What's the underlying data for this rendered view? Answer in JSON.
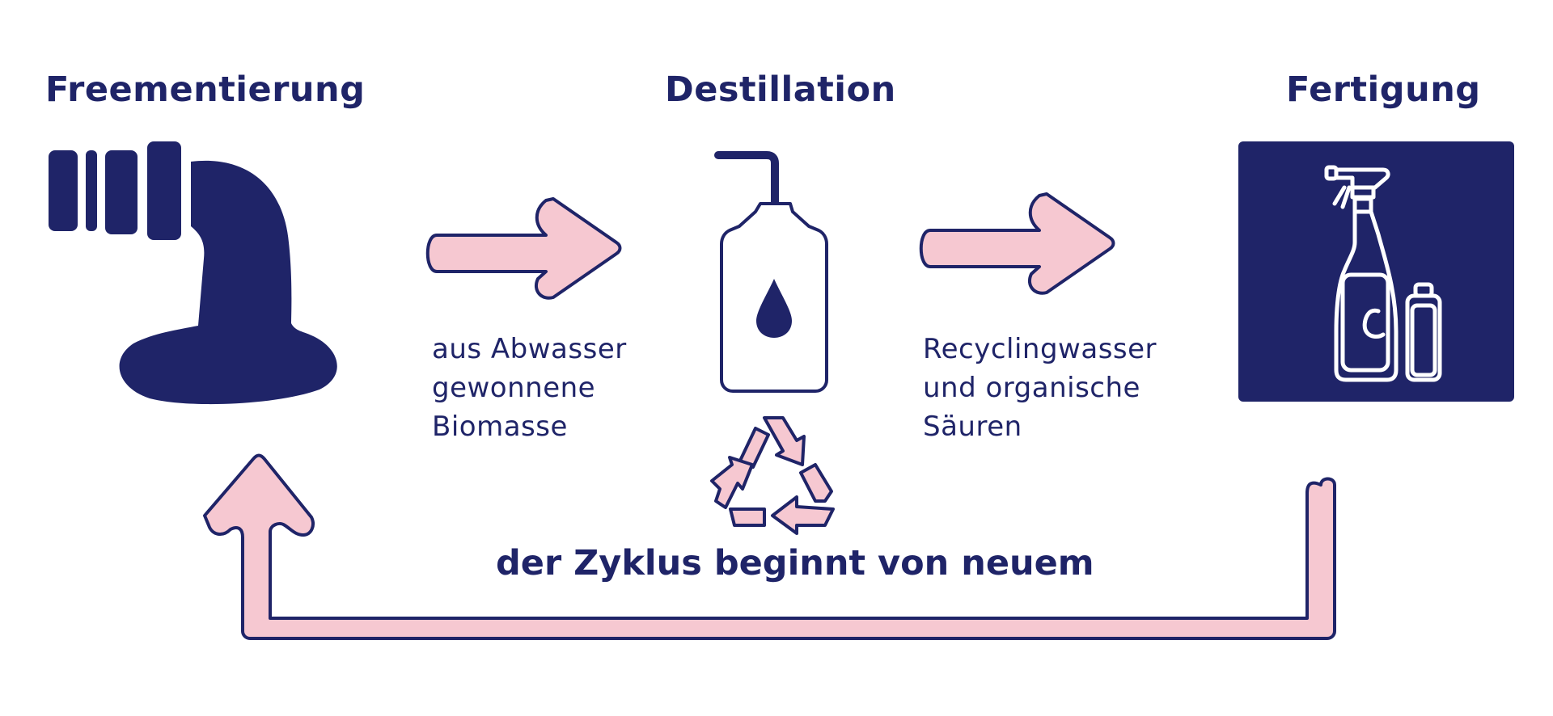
{
  "colors": {
    "navy": "#1f2468",
    "pink": "#f6c8d1",
    "background": "#ffffff"
  },
  "stages": [
    {
      "title": "Freementierung",
      "icon": "fermentation-tank-icon"
    },
    {
      "title": "Destillation",
      "icon": "pump-bottle-icon"
    },
    {
      "title": "Fertigung",
      "icon": "cleaning-products-icon"
    }
  ],
  "transitions": [
    {
      "lines": [
        "aus Abwasser",
        "gewonnene",
        "Biomasse"
      ]
    },
    {
      "lines": [
        "Recyclingwasser",
        "und organische",
        "Säuren"
      ]
    }
  ],
  "cycle": {
    "label": "der Zyklus beginnt von neuem",
    "icon": "recycle-icon"
  }
}
